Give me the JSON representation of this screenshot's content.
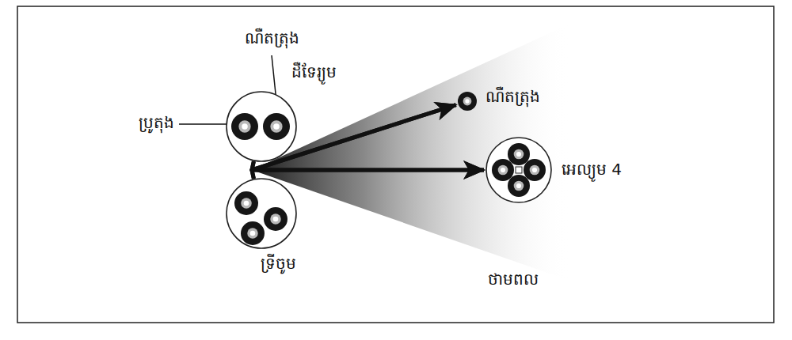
{
  "diagram": {
    "nodes": [
      {
        "text": [
          "ដឺទែរ្យូម"
        ]
      },
      {
        "text": [
          "ទ្រីចូម"
        ]
      },
      {
        "text": [
          "ណឺតត្រុង"
        ]
      },
      {
        "text": [
          "អេល្យូម 4"
        ]
      }
    ],
    "edges": [
      {
        "from": 0,
        "to": 2,
        "arrow": "to"
      },
      {
        "from": 0,
        "to": 3,
        "arrow": "to"
      },
      {
        "from": 1,
        "to": 2,
        "arrow": "to"
      },
      {
        "from": 1,
        "to": 3,
        "arrow": "to"
      }
    ],
    "labels": [
      "ណឺតត្រុង",
      "ប្រូតុង",
      "ថាមពល"
    ]
  }
}
